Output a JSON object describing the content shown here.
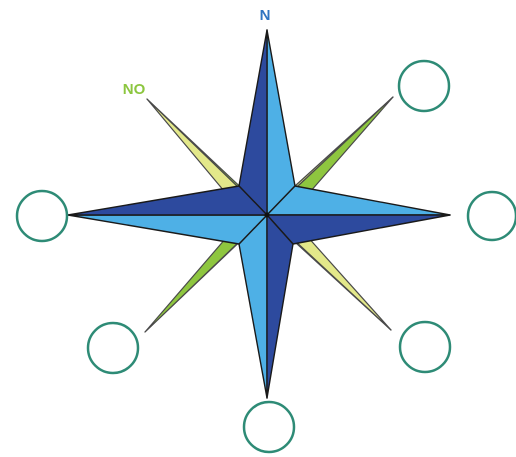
{
  "compass": {
    "labels": {
      "north": "N",
      "northwest": "NO"
    },
    "blank_answer_circles": [
      "northeast",
      "east",
      "southeast",
      "south",
      "southwest",
      "west"
    ]
  },
  "colors": {
    "background": "#ffffff",
    "main_point_light": "#4eb0e6",
    "main_point_dark": "#2d4a9e",
    "diagonal_point_light": "#e3e88a",
    "diagonal_point_dark": "#8ec63f",
    "outline": "#1a1a1a",
    "circle_stroke": "#2e8b76",
    "label_north": "#2f74c0",
    "label_northwest": "#8cc63f"
  }
}
